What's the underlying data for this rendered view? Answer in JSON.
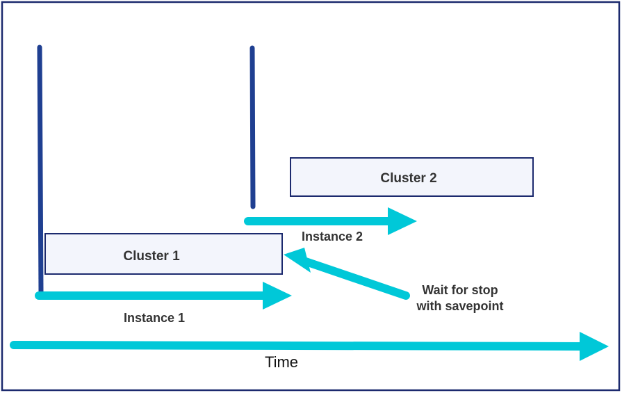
{
  "colors": {
    "frame": "#1c2a6e",
    "line": "#1f3f91",
    "arrow": "#00c8d8",
    "box_fill": "#f3f5fc",
    "box_border": "#1c2a6e",
    "text": "#333333"
  },
  "clusters": [
    {
      "label": "Cluster 1"
    },
    {
      "label": "Cluster 2"
    }
  ],
  "instances": [
    {
      "label": "Instance 1"
    },
    {
      "label": "Instance 2"
    }
  ],
  "annotation": {
    "line1": "Wait for stop",
    "line2": "with savepoint"
  },
  "time_label": "Time"
}
